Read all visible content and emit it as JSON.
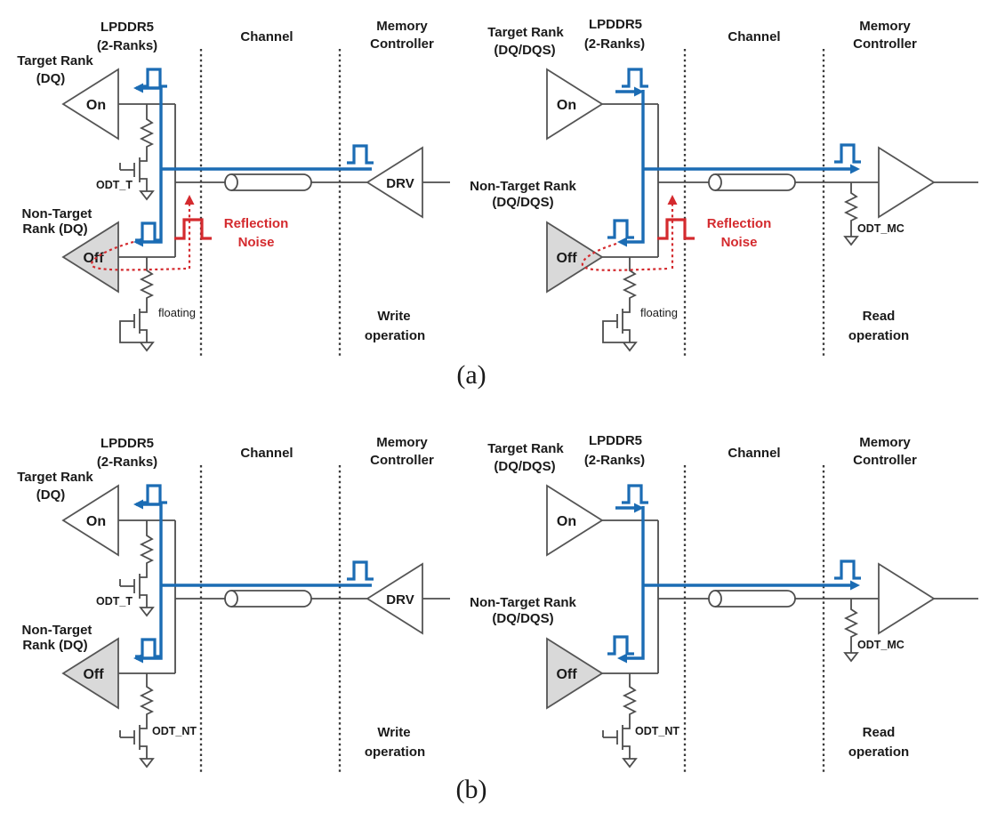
{
  "figure": {
    "caption_a": "(a)",
    "caption_b": "(b)",
    "colors": {
      "signal_blue": "#1b6cb4",
      "noise_red": "#d42a2e",
      "circuit_gray": "#4d4d4d",
      "off_buffer_fill": "#d9d9d9",
      "text": "#1a1a1a"
    }
  },
  "panels": {
    "write_a": {
      "device_l1": "LPDDR5",
      "device_l2": "(2-Ranks)",
      "channel": "Channel",
      "mc_l1": "Memory",
      "mc_l2": "Controller",
      "target_l1": "Target Rank",
      "target_l2": "(DQ)",
      "nontarget_l1": "Non-Target",
      "nontarget_l2": "Rank (DQ)",
      "buf_on": "On",
      "buf_off": "Off",
      "odt_target": "ODT_T",
      "nt_termination": "floating",
      "driver": "DRV",
      "noise_l1": "Reflection",
      "noise_l2": "Noise",
      "op_l1": "Write",
      "op_l2": "operation"
    },
    "read_a": {
      "device_l1": "LPDDR5",
      "device_l2": "(2-Ranks)",
      "channel": "Channel",
      "mc_l1": "Memory",
      "mc_l2": "Controller",
      "target_l1": "Target Rank",
      "target_l2": "(DQ/DQS)",
      "nontarget_l1": "Non-Target Rank",
      "nontarget_l2": "(DQ/DQS)",
      "buf_on": "On",
      "buf_off": "Off",
      "odt_mc": "ODT_MC",
      "nt_termination": "floating",
      "noise_l1": "Reflection",
      "noise_l2": "Noise",
      "op_l1": "Read",
      "op_l2": "operation"
    },
    "write_b": {
      "device_l1": "LPDDR5",
      "device_l2": "(2-Ranks)",
      "channel": "Channel",
      "mc_l1": "Memory",
      "mc_l2": "Controller",
      "target_l1": "Target Rank",
      "target_l2": "(DQ)",
      "nontarget_l1": "Non-Target",
      "nontarget_l2": "Rank (DQ)",
      "buf_on": "On",
      "buf_off": "Off",
      "odt_target": "ODT_T",
      "nt_termination": "ODT_NT",
      "driver": "DRV",
      "op_l1": "Write",
      "op_l2": "operation"
    },
    "read_b": {
      "device_l1": "LPDDR5",
      "device_l2": "(2-Ranks)",
      "channel": "Channel",
      "mc_l1": "Memory",
      "mc_l2": "Controller",
      "target_l1": "Target Rank",
      "target_l2": "(DQ/DQS)",
      "nontarget_l1": "Non-Target Rank",
      "nontarget_l2": "(DQ/DQS)",
      "buf_on": "On",
      "buf_off": "Off",
      "odt_mc": "ODT_MC",
      "nt_termination": "ODT_NT",
      "op_l1": "Read",
      "op_l2": "operation"
    }
  }
}
